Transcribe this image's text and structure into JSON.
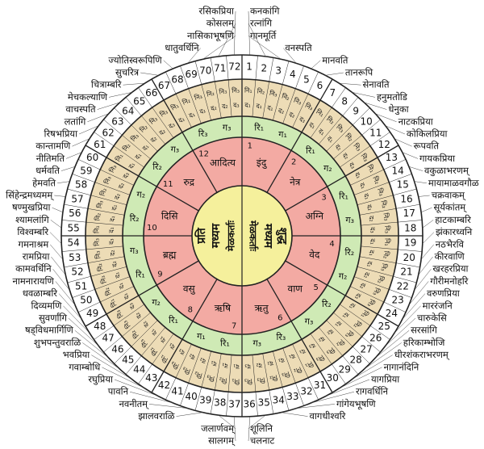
{
  "center": {
    "left": [
      "प्रति",
      "मध्यम",
      "मेळकर्ताः"
    ],
    "right": [
      "मेळकर्ताः",
      "मध्यम",
      "शुद्ध"
    ]
  },
  "colors": {
    "center": "#f5f09c",
    "chakra_ring": "#f3aaa3",
    "ri_ga_ring": "#cfeab5",
    "da_ni_ring": "#eddcb6",
    "number_ring": "#ffffff",
    "stroke": "#222222"
  },
  "chakras": [
    "इंदु",
    "नेत्र",
    "अग्नि",
    "वेद",
    "वाण",
    "ऋतु",
    "ऋषि",
    "वसु",
    "ब्रह्म",
    "दिसि",
    "रुद्र",
    "आदित्य"
  ],
  "ri_ga": [
    [
      "रि₁",
      "ग₁"
    ],
    [
      "रि₁",
      "ग₂"
    ],
    [
      "रि₁",
      "ग₃"
    ],
    [
      "रि₂",
      "ग₂"
    ],
    [
      "रि₂",
      "ग₃"
    ],
    [
      "रि₃",
      "ग₃"
    ]
  ],
  "da_ni": [
    [
      "द₁",
      "नि₁"
    ],
    [
      "द₁",
      "नि₂"
    ],
    [
      "द₁",
      "नि₃"
    ],
    [
      "द₂",
      "नि₂"
    ],
    [
      "द₂",
      "नि₃"
    ],
    [
      "द₃",
      "नि₃"
    ]
  ],
  "ragas": [
    "कनकांगि",
    "रत्नांगि",
    "गानमूर्ति",
    "वनस्पति",
    "मानवति",
    "तानरूपि",
    "सेनावति",
    "हनुमतोडि",
    "धेनुका",
    "नाटकप्रिया",
    "कोकिलप्रिया",
    "रूपवति",
    "गायकप्रिया",
    "वकुळाभरणम्",
    "मायामाळवगौळ",
    "चक्रवाकम्",
    "सूर्यकांतम्",
    "हाटकाम्बरि",
    "झंकारध्वनि",
    "नठभैरवि",
    "कीरवाणि",
    "खरहरप्रिया",
    "गौरीमनोहरि",
    "वरुणप्रिया",
    "माररंजनि",
    "चारुकेसि",
    "सरसांगि",
    "हरिकाम्भोजि",
    "धीरशंकराभरणम्",
    "नागानंदिनि",
    "यागप्रिया",
    "रागवर्धिनि",
    "गांगेयभूषणि",
    "वागधीश्वरि",
    "शूलिनि",
    "चलनाट",
    "सालगम्",
    "जलार्णवम्",
    "झालवराळि",
    "नवनीतम्",
    "पावनि",
    "रघुप्रिया",
    "गवाम्बोधि",
    "भवप्रिया",
    "शुभपन्तुवराळि",
    "षड्विधमार्गिणि",
    "सुवर्णांगि",
    "दिव्यमणि",
    "धवळाम्बरि",
    "नामनारायणि",
    "कामवर्धिनि",
    "रामप्रिया",
    "गमनाश्रम",
    "विश्वम्बरि",
    "श्यामलांगि",
    "षण्मुखप्रिया",
    "सिंहेन्द्रमध्यमम्",
    "हेमवति",
    "धर्मवति",
    "नीतिमति",
    "कान्तामणि",
    "रिषभप्रिया",
    "लतांगि",
    "वाचस्पति",
    "मेचकल्याणि",
    "चित्राम्बरि",
    "सुचरित्र",
    "ज्योतिस्वरूपिणि",
    "धातुवर्धिनि",
    "नासिकाभूषणि",
    "कोसलम्",
    "रसिकप्रिया"
  ]
}
